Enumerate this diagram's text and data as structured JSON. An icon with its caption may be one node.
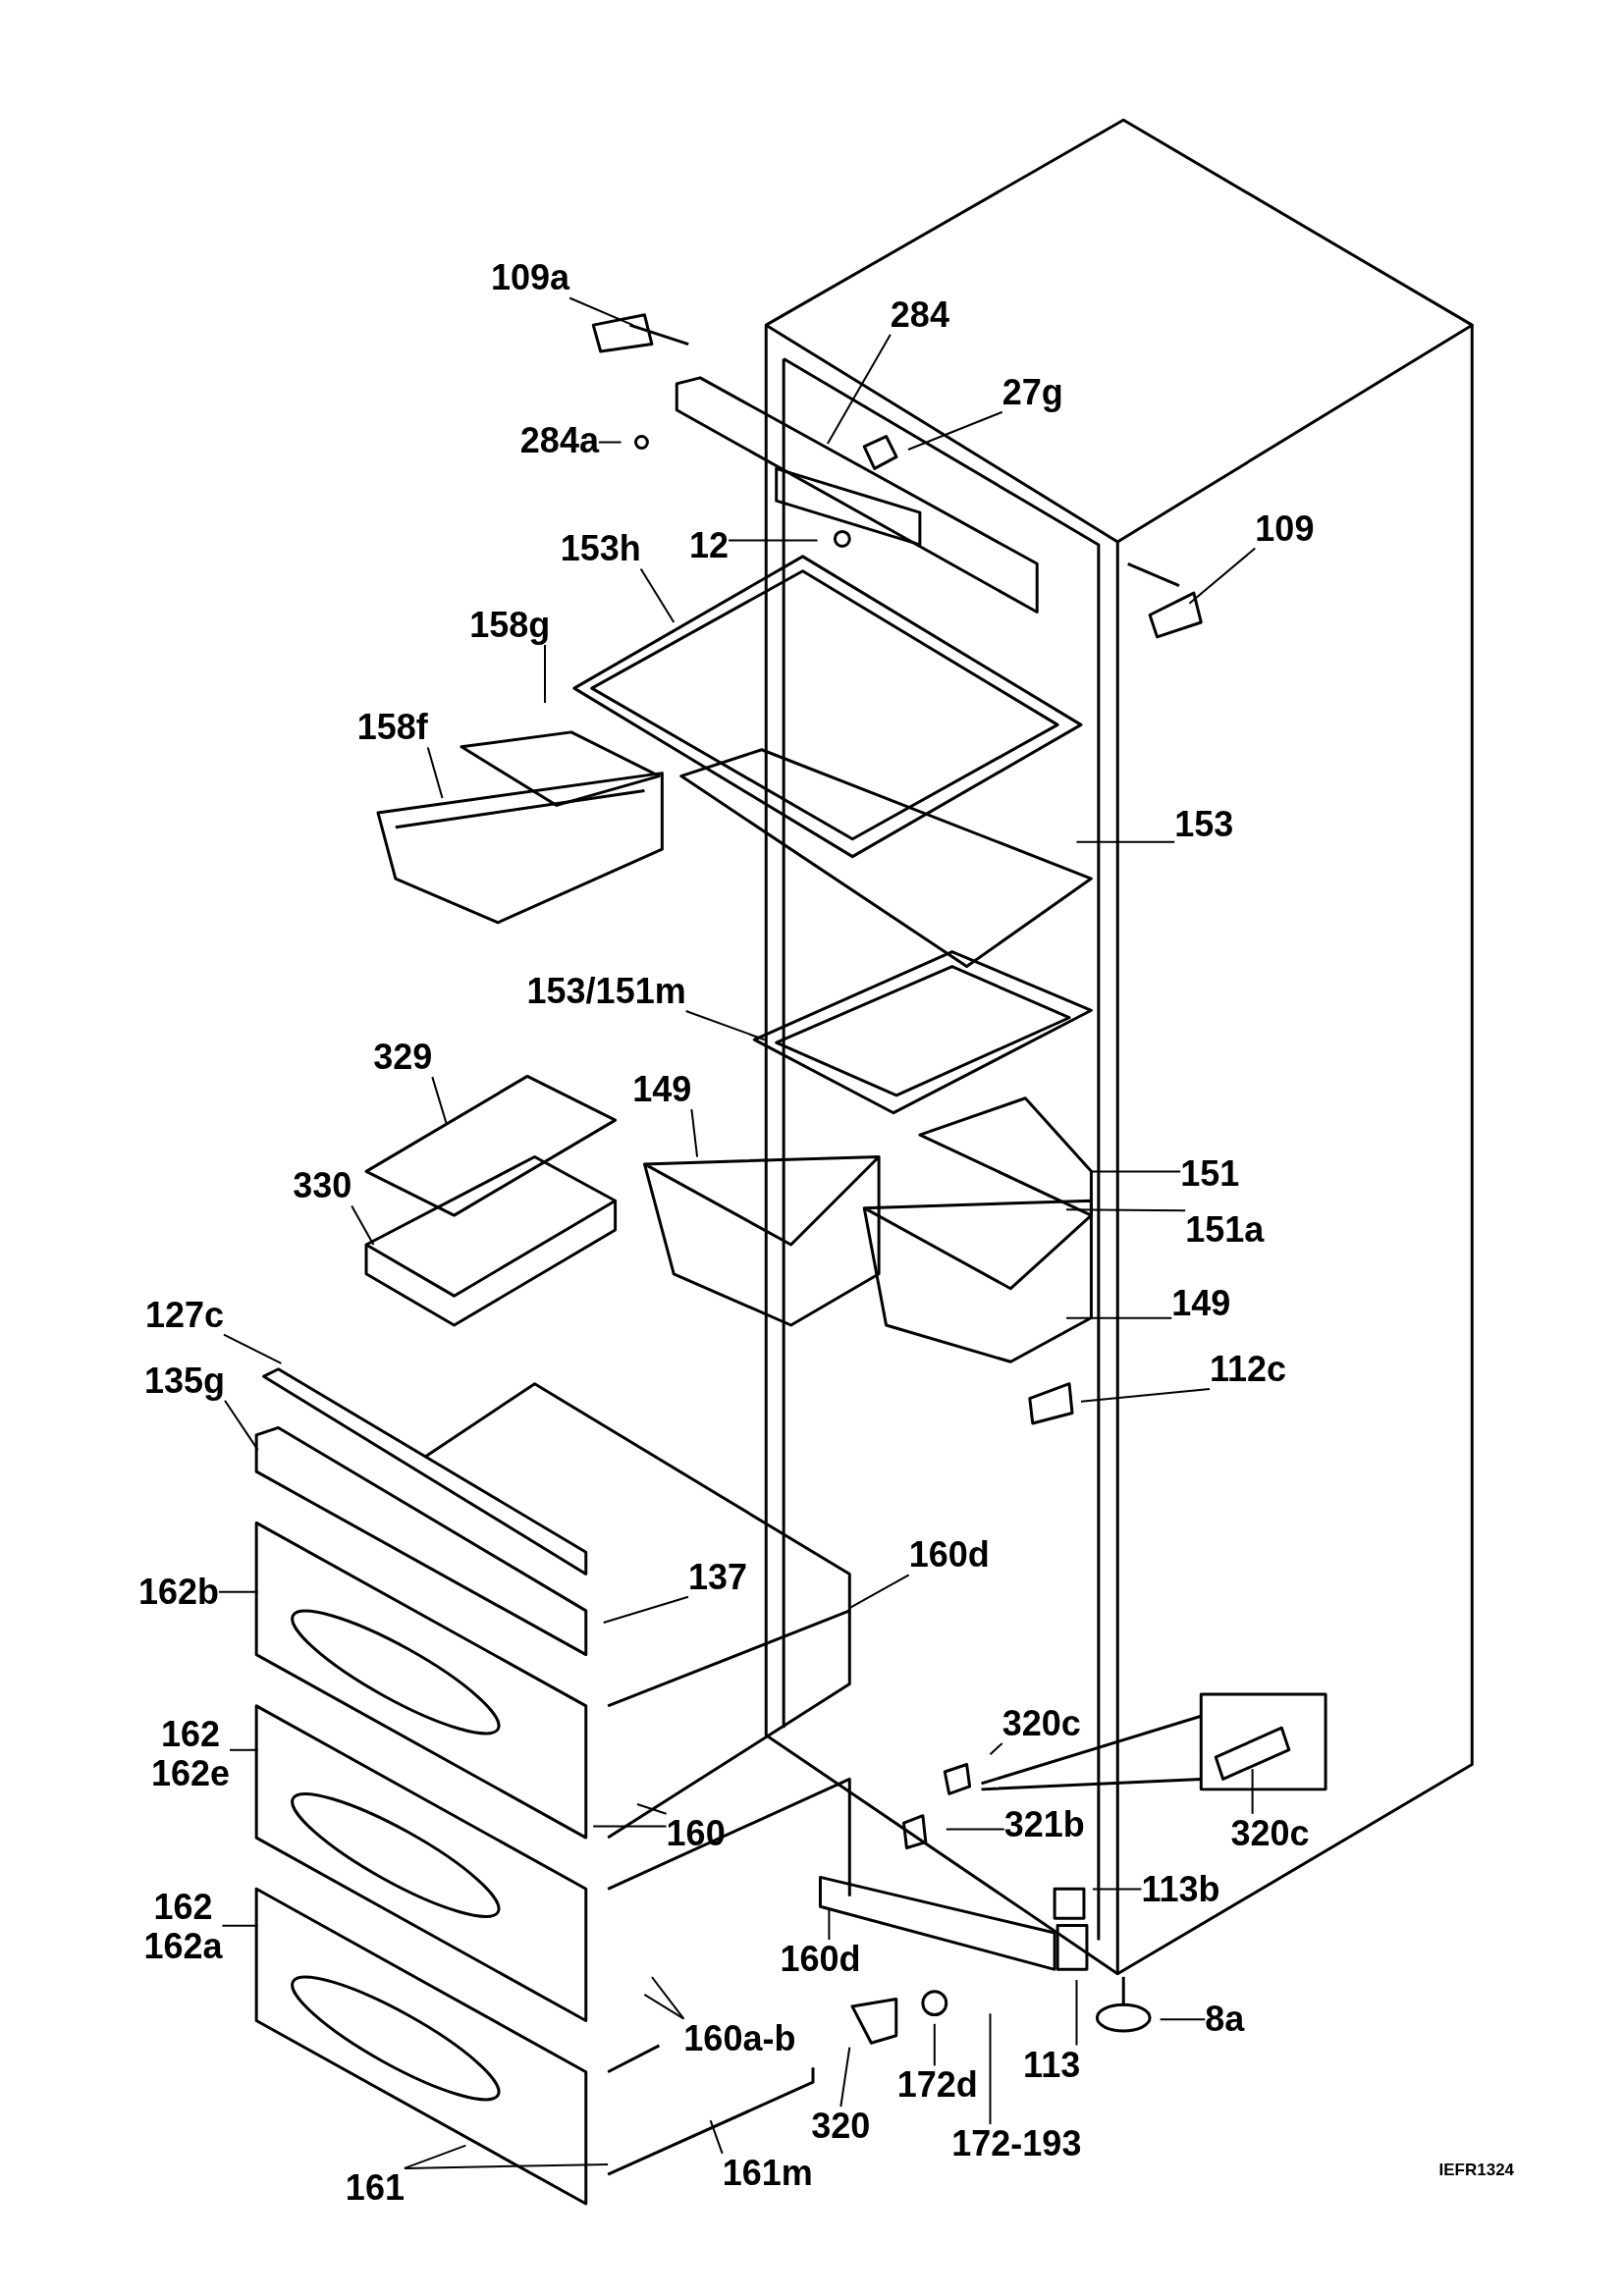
{
  "diagram": {
    "nodes": [
      {
        "text": [
          "109a"
        ]
      },
      {
        "text": [
          "284"
        ]
      },
      {
        "text": [
          "27g"
        ]
      },
      {
        "text": [
          "284a"
        ]
      },
      {
        "text": [
          "109"
        ]
      },
      {
        "text": [
          "12"
        ]
      },
      {
        "text": [
          "153h"
        ]
      },
      {
        "text": [
          "158g"
        ]
      },
      {
        "text": [
          "158f"
        ]
      },
      {
        "text": [
          "153"
        ]
      },
      {
        "text": [
          "153/151m"
        ]
      },
      {
        "text": [
          "329"
        ]
      },
      {
        "text": [
          "149"
        ]
      },
      {
        "text": [
          "151"
        ]
      },
      {
        "text": [
          "330"
        ]
      },
      {
        "text": [
          "151a"
        ]
      },
      {
        "text": [
          "149"
        ]
      },
      {
        "text": [
          "127c"
        ]
      },
      {
        "text": [
          "112c"
        ]
      },
      {
        "text": [
          "135g"
        ]
      },
      {
        "text": [
          "137"
        ]
      },
      {
        "text": [
          "160d"
        ]
      },
      {
        "text": [
          "162b"
        ]
      },
      {
        "text": [
          "320c"
        ]
      },
      {
        "text": [
          "162",
          "162e"
        ]
      },
      {
        "text": [
          "320c"
        ]
      },
      {
        "text": [
          "160"
        ]
      },
      {
        "text": [
          "321b"
        ]
      },
      {
        "text": [
          "113b"
        ]
      },
      {
        "text": [
          "162",
          "162a"
        ]
      },
      {
        "text": [
          "160d"
        ]
      },
      {
        "text": [
          "160a-b"
        ]
      },
      {
        "text": [
          "8a"
        ]
      },
      {
        "text": [
          "113"
        ]
      },
      {
        "text": [
          "172d"
        ]
      },
      {
        "text": [
          "320"
        ]
      },
      {
        "text": [
          "172-193"
        ]
      },
      {
        "text": [
          "161m"
        ]
      },
      {
        "text": [
          "161"
        ]
      },
      {
        "text": [],
        "shape": "picture"
      }
    ],
    "edges": [
      {
        "from": 0,
        "to": null,
        "arrow": "none"
      },
      {
        "from": 1,
        "to": null,
        "arrow": "none"
      },
      {
        "from": 2,
        "to": null,
        "arrow": "none"
      },
      {
        "from": 3,
        "to": null,
        "arrow": "none"
      },
      {
        "from": 4,
        "to": null,
        "arrow": "none"
      },
      {
        "from": 5,
        "to": null,
        "arrow": "none"
      },
      {
        "from": 6,
        "to": null,
        "arrow": "none"
      },
      {
        "from": 7,
        "to": null,
        "arrow": "none"
      },
      {
        "from": 8,
        "to": null,
        "arrow": "none"
      },
      {
        "from": 9,
        "to": null,
        "arrow": "none"
      },
      {
        "from": 10,
        "to": null,
        "arrow": "none"
      },
      {
        "from": 11,
        "to": null,
        "arrow": "none"
      },
      {
        "from": 12,
        "to": null,
        "arrow": "none"
      },
      {
        "from": 13,
        "to": null,
        "arrow": "none"
      },
      {
        "from": 14,
        "to": null,
        "arrow": "none"
      },
      {
        "from": 15,
        "to": null,
        "arrow": "none"
      },
      {
        "from": 16,
        "to": null,
        "arrow": "none"
      },
      {
        "from": 17,
        "to": null,
        "arrow": "none"
      },
      {
        "from": 18,
        "to": null,
        "arrow": "none"
      },
      {
        "from": 19,
        "to": null,
        "arrow": "none"
      },
      {
        "from": 20,
        "to": null,
        "arrow": "none"
      },
      {
        "from": 21,
        "to": null,
        "arrow": "none"
      },
      {
        "from": 22,
        "to": null,
        "arrow": "none"
      },
      {
        "from": 23,
        "to": null,
        "arrow": "none"
      },
      {
        "from": 24,
        "to": null,
        "arrow": "none"
      },
      {
        "from": 25,
        "to": null,
        "arrow": "none"
      },
      {
        "from": 26,
        "to": null,
        "arrow": "none"
      },
      {
        "from": 26,
        "to": null,
        "arrow": "none"
      },
      {
        "from": 27,
        "to": null,
        "arrow": "none"
      },
      {
        "from": 28,
        "to": null,
        "arrow": "none"
      },
      {
        "from": 29,
        "to": null,
        "arrow": "none"
      },
      {
        "from": 30,
        "to": null,
        "arrow": "none"
      },
      {
        "from": 31,
        "to": null,
        "arrow": "none"
      },
      {
        "from": 31,
        "to": null,
        "arrow": "none"
      },
      {
        "from": 32,
        "to": null,
        "arrow": "none"
      },
      {
        "from": 33,
        "to": null,
        "arrow": "none"
      },
      {
        "from": 34,
        "to": null,
        "arrow": "none"
      },
      {
        "from": 35,
        "to": 39,
        "arrow": "none"
      },
      {
        "from": 36,
        "to": null,
        "arrow": "none"
      },
      {
        "from": 37,
        "to": null,
        "arrow": "none"
      },
      {
        "from": 38,
        "to": null,
        "arrow": "none"
      },
      {
        "from": 38,
        "to": null,
        "arrow": "none"
      }
    ],
    "labels": [
      "IEFR1324"
    ]
  }
}
